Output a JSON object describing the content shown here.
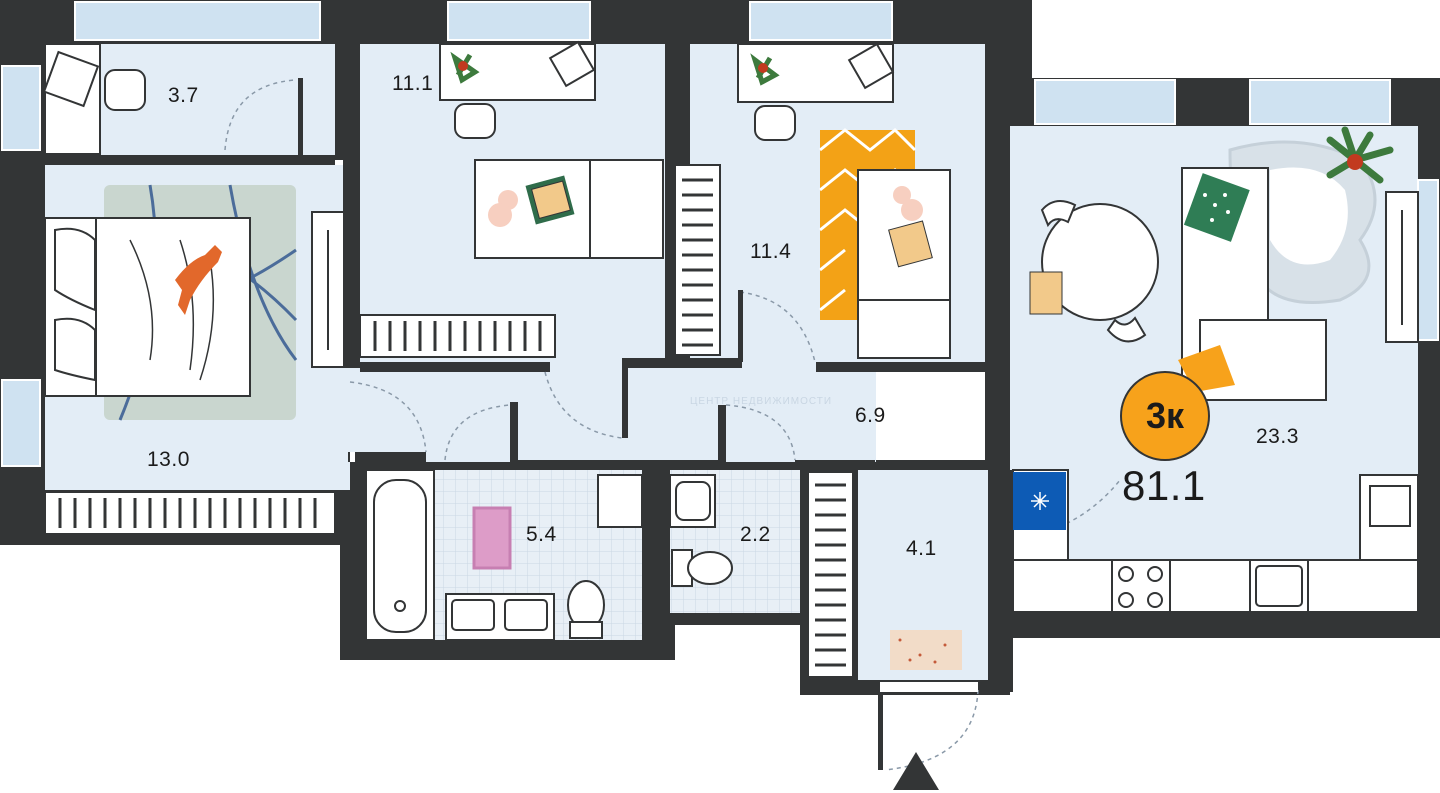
{
  "plan": {
    "type_badge": "3к",
    "total_area": "81.1",
    "watermark": "ЦЕНТР НЕДВИЖИМОСТИ",
    "rooms": [
      {
        "name": "room-3-7",
        "area": "3.7"
      },
      {
        "name": "room-11-1",
        "area": "11.1"
      },
      {
        "name": "room-11-4",
        "area": "11.4"
      },
      {
        "name": "room-13-0",
        "area": "13.0"
      },
      {
        "name": "room-6-9",
        "area": "6.9"
      },
      {
        "name": "room-5-4",
        "area": "5.4"
      },
      {
        "name": "room-2-2",
        "area": "2.2"
      },
      {
        "name": "room-4-1",
        "area": "4.1"
      },
      {
        "name": "room-23-3",
        "area": "23.3"
      }
    ]
  },
  "colors": {
    "wall": "#333536",
    "floor": "#e3edf6",
    "window": "#cfe2f1",
    "accent": "#f7a21b",
    "blanket": "#f3a216",
    "fridge": "#0d5bb5",
    "mat": "#dd9cc8",
    "rug": "#f2dcc8",
    "pillow": "#2f7d55",
    "plant": "#3d7a3d"
  }
}
